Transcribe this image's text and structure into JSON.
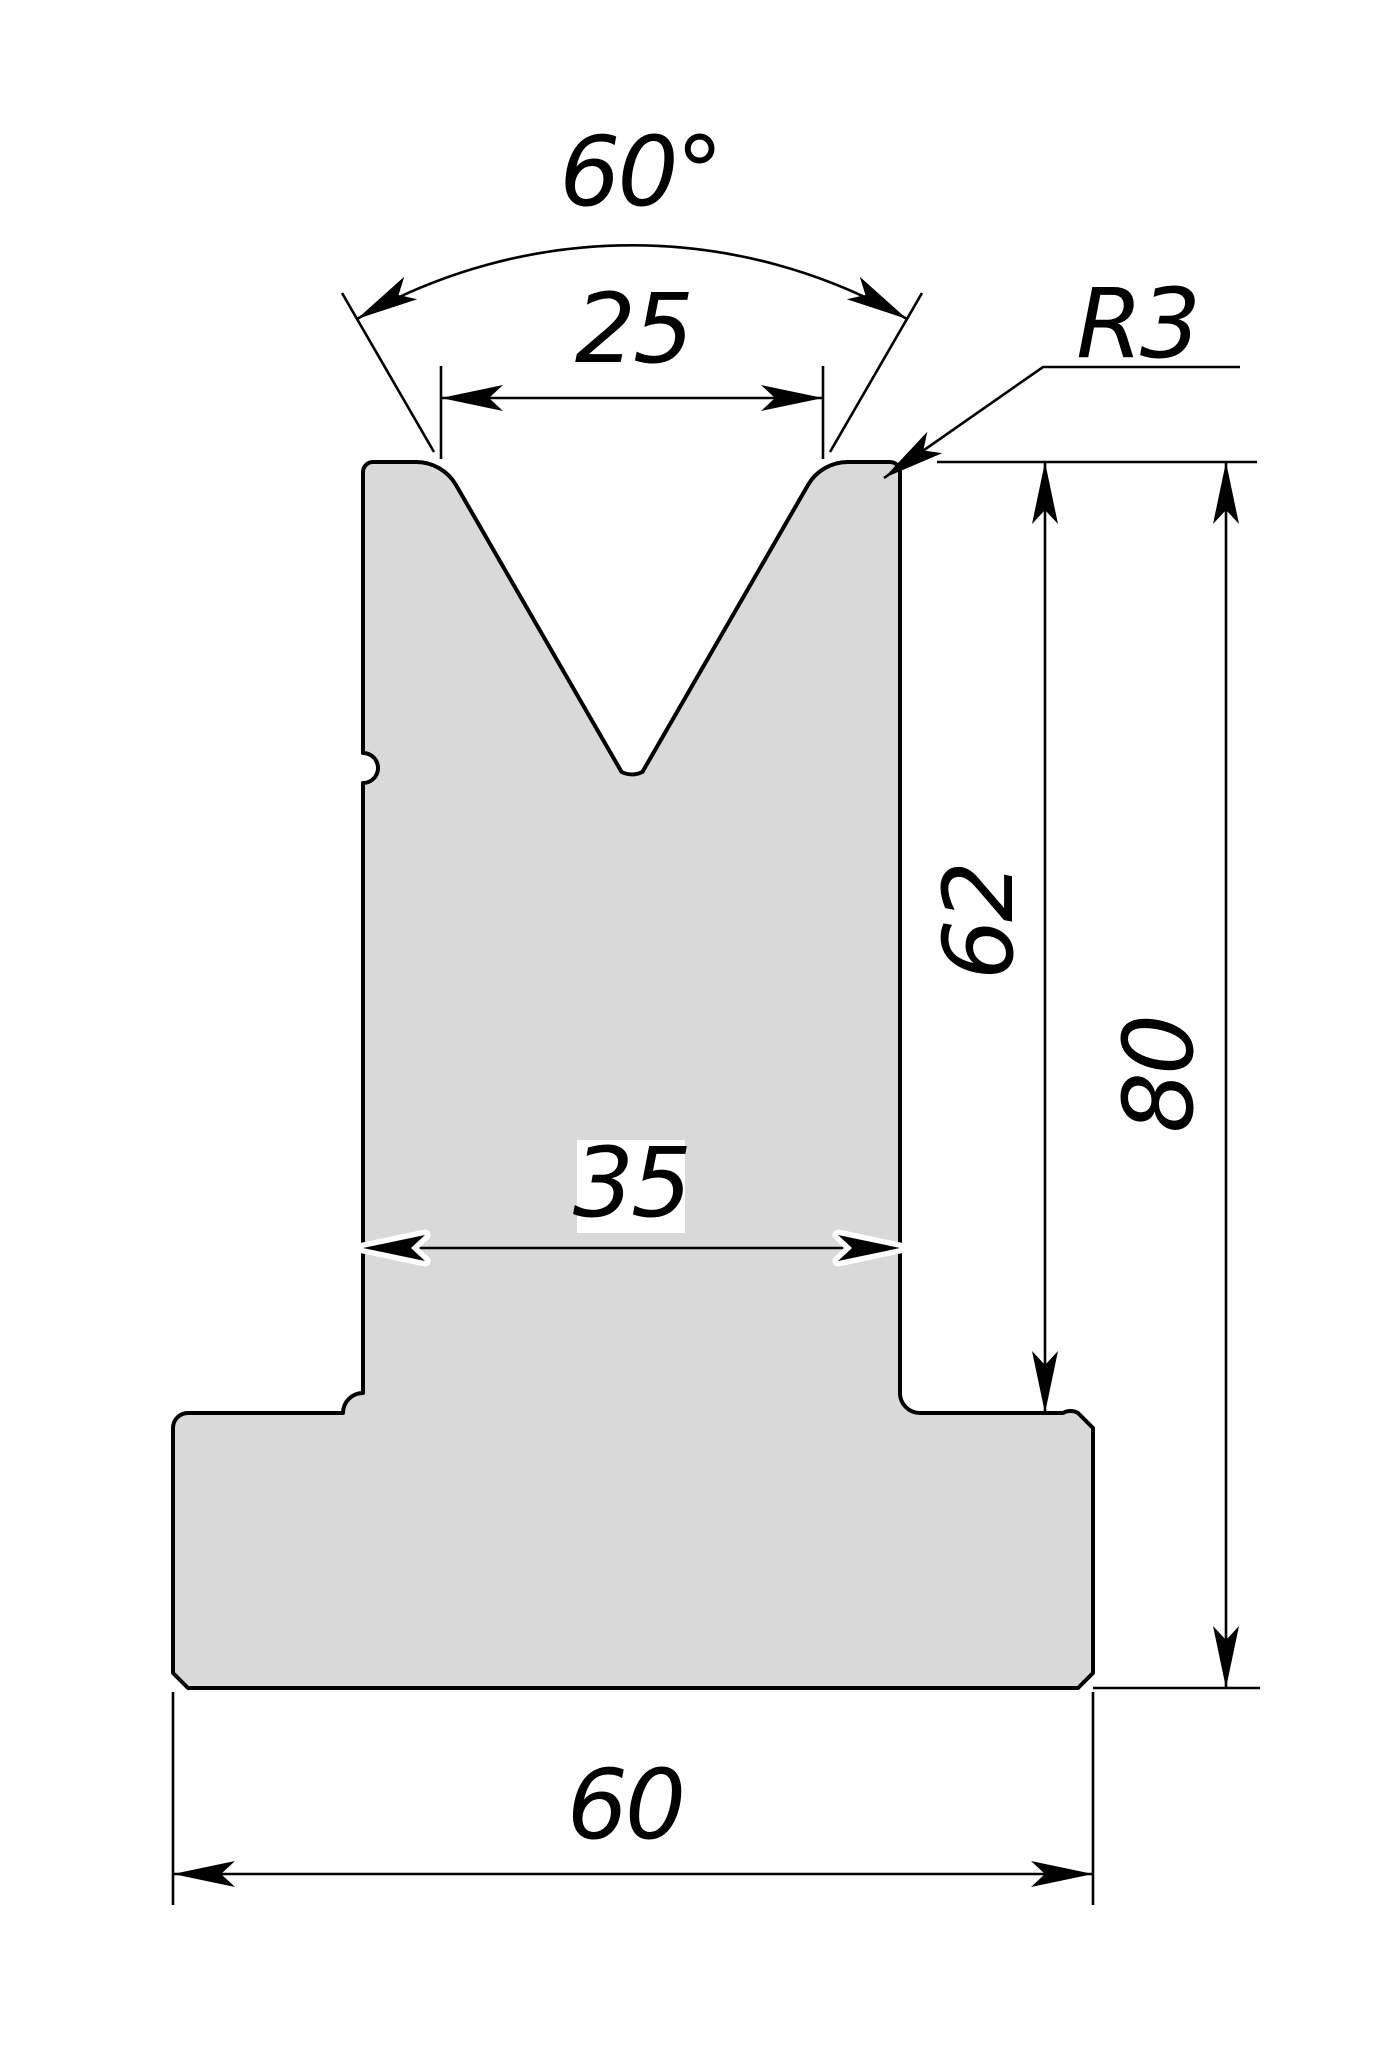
{
  "drawing": {
    "labels": {
      "angle": "60°",
      "v_opening": "25",
      "corner_radius": "R3",
      "shoulder_height": "62",
      "total_height": "80",
      "stem_width": "35",
      "base_width": "60"
    },
    "colors": {
      "body_fill": "#d9d9d9",
      "line": "#000000",
      "background": "#ffffff",
      "label_halo": "#ffffff"
    }
  }
}
